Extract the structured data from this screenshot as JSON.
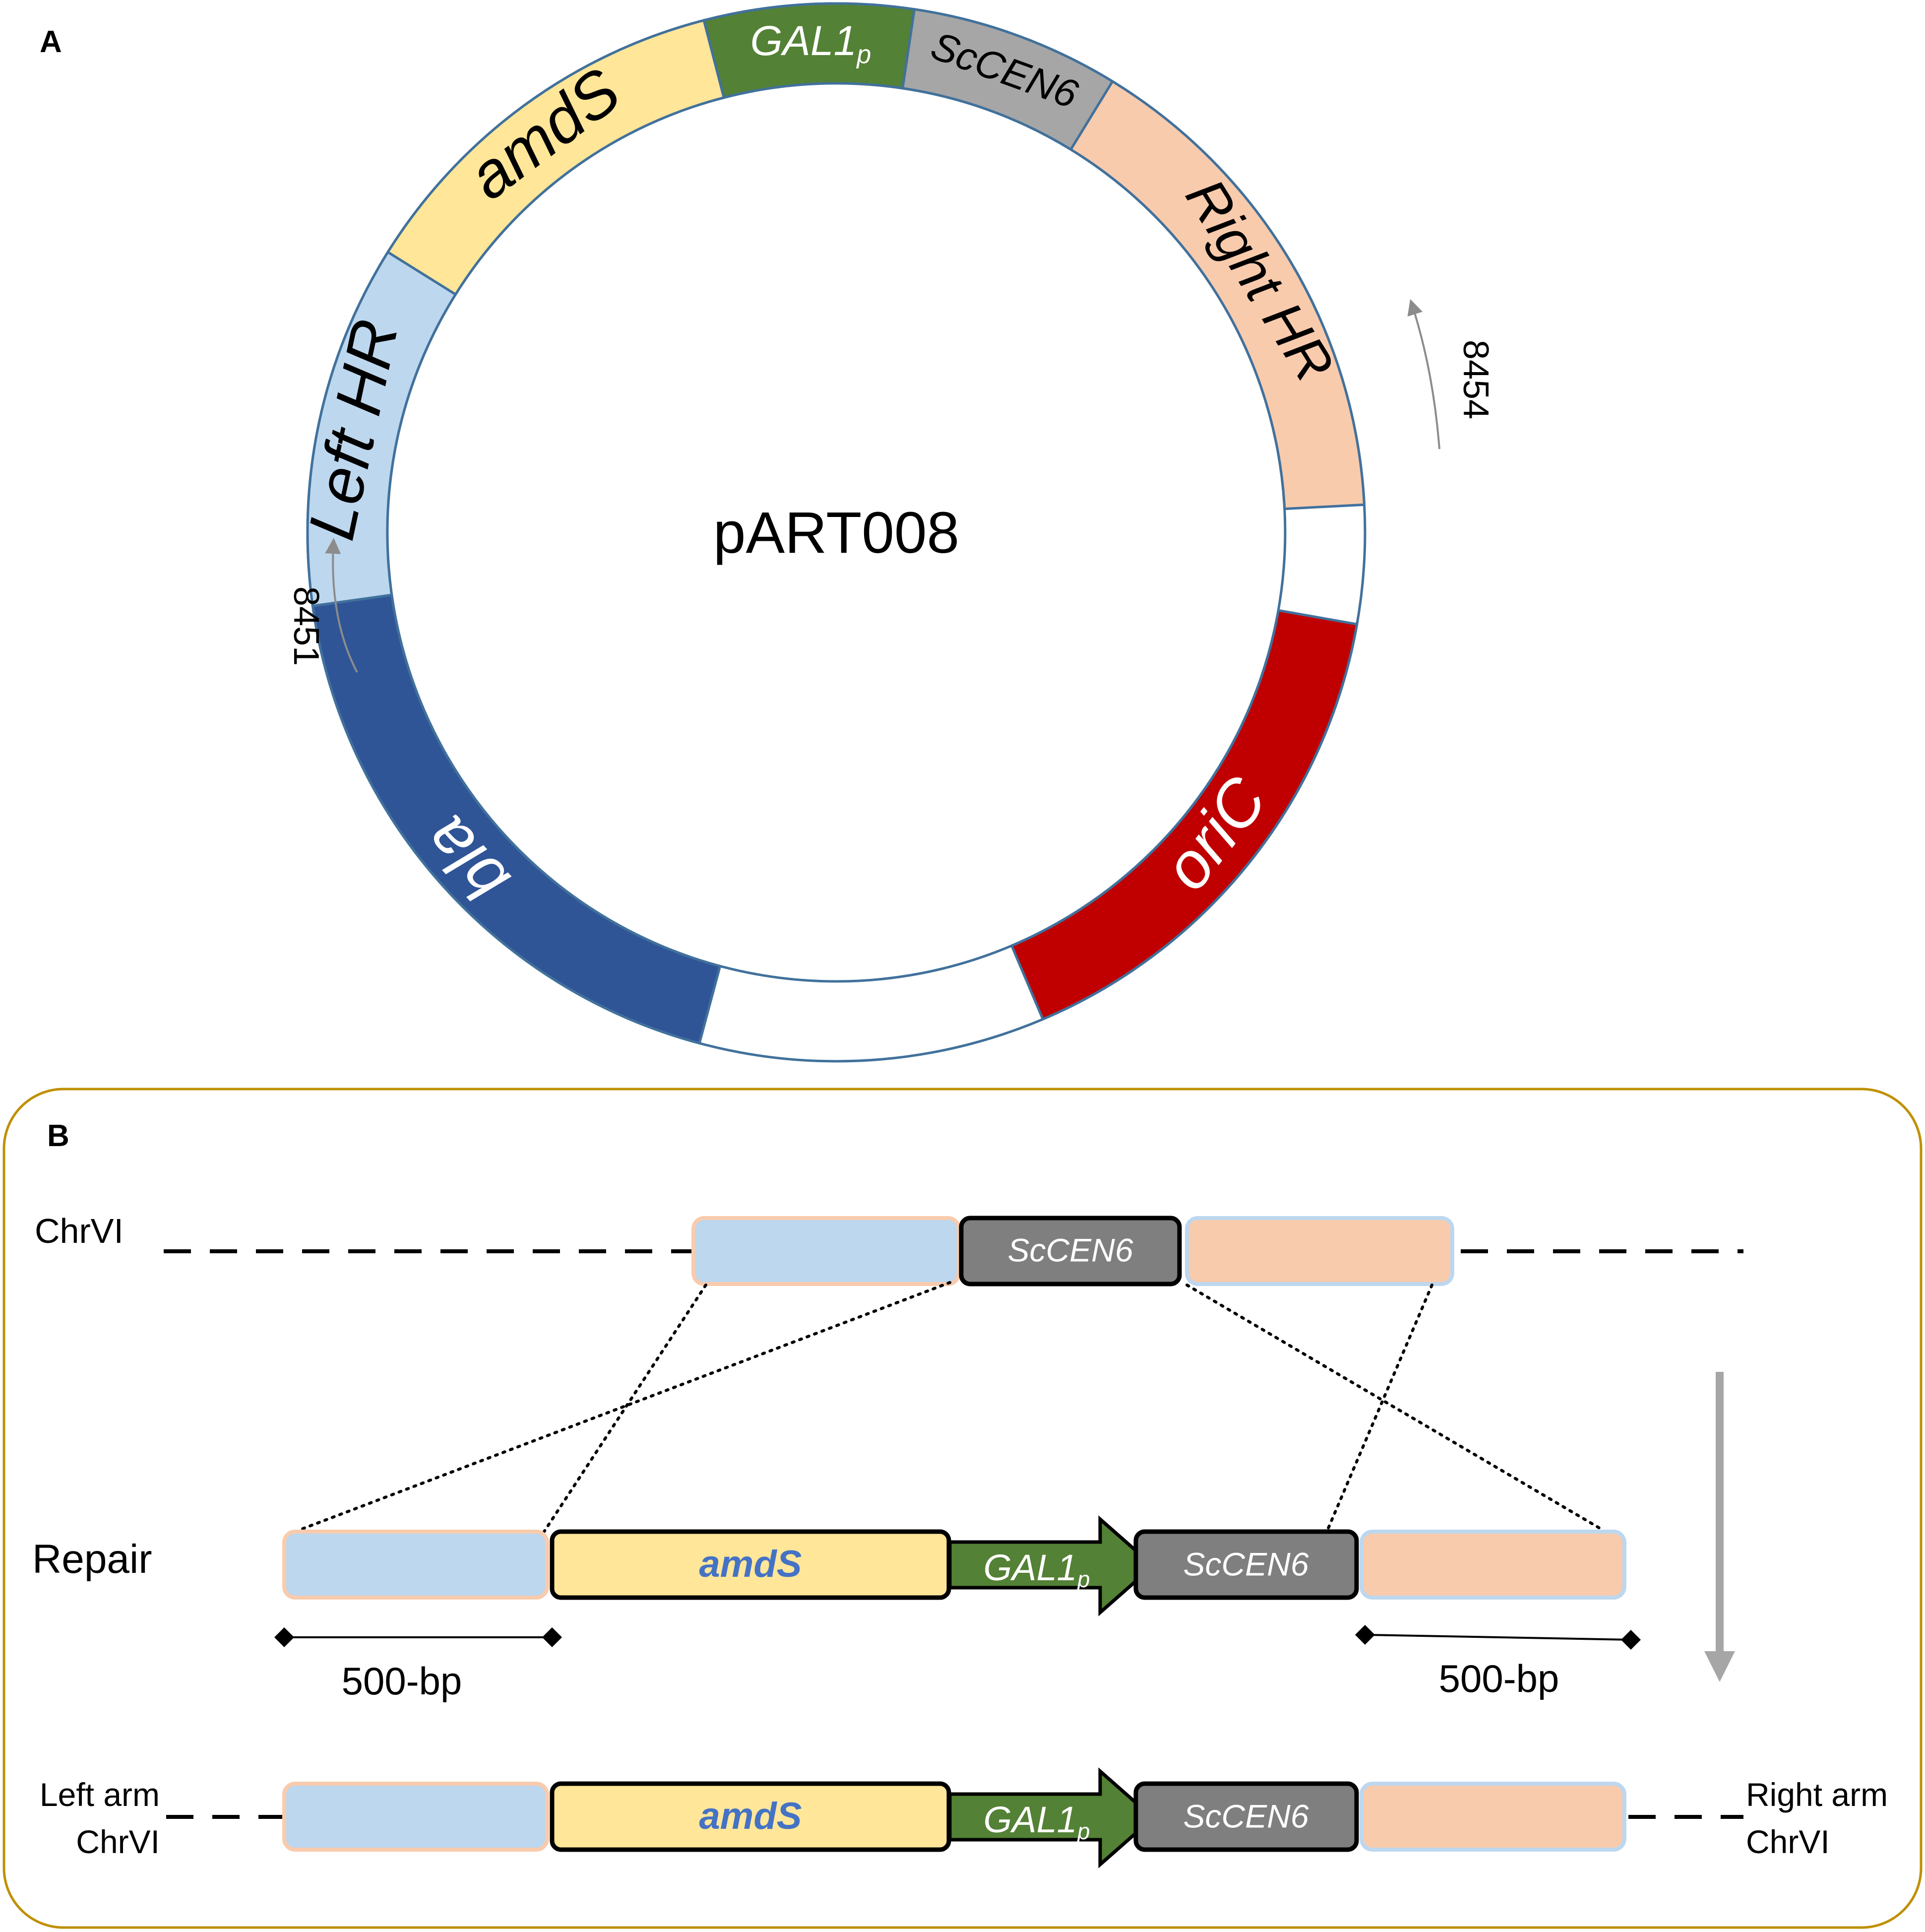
{
  "panel_a": {
    "letter": "A",
    "plasmid_name": "pART008",
    "segments": [
      {
        "label": "GAL1",
        "subscript": "p",
        "color": "#538135",
        "text_color": "#ffffff"
      },
      {
        "label": "ScCEN6",
        "subscript": "",
        "color": "#a6a6a6",
        "text_color": "#000000"
      },
      {
        "label": "Right HR",
        "subscript": "",
        "color": "#f8cbad",
        "text_color": "#000000"
      },
      {
        "label": "oriC",
        "subscript": "",
        "color": "#c00000",
        "text_color": "#ffffff"
      },
      {
        "label": "bla",
        "subscript": "",
        "color": "#2f5597",
        "text_color": "#ffffff"
      },
      {
        "label": "Left HR",
        "subscript": "",
        "color": "#bdd7ee",
        "text_color": "#000000"
      },
      {
        "label": "amdS",
        "subscript": "",
        "color": "#ffe699",
        "text_color": "#000000"
      }
    ],
    "primers": [
      {
        "label": "8451"
      },
      {
        "label": "8454"
      }
    ]
  },
  "panel_b": {
    "letter": "B",
    "chromosome_label": "ChrVI",
    "chromosome_centromere": "ScCEN6",
    "repair_label": "Repair",
    "repair_elements": {
      "amds": "amdS",
      "gal1": "GAL1",
      "gal1_subscript": "p",
      "sccen6": "ScCEN6"
    },
    "flank_size_left": "500-bp",
    "flank_size_right": "500-bp",
    "result_left_label_1": "Left arm",
    "result_left_label_2": "ChrVI",
    "result_right_label_1": "Right arm",
    "result_right_label_2": "ChrVI"
  },
  "colors": {
    "left_hr": "#bdd7ee",
    "right_hr": "#f8cbad",
    "amds": "#ffe699",
    "gal1": "#538135",
    "sccen6_dark": "#7f7f7f",
    "amds_text": "#4472c4",
    "panel_border": "#bf9000",
    "ring_stroke": "#41719c",
    "process_arrow": "#a6a6a6"
  }
}
